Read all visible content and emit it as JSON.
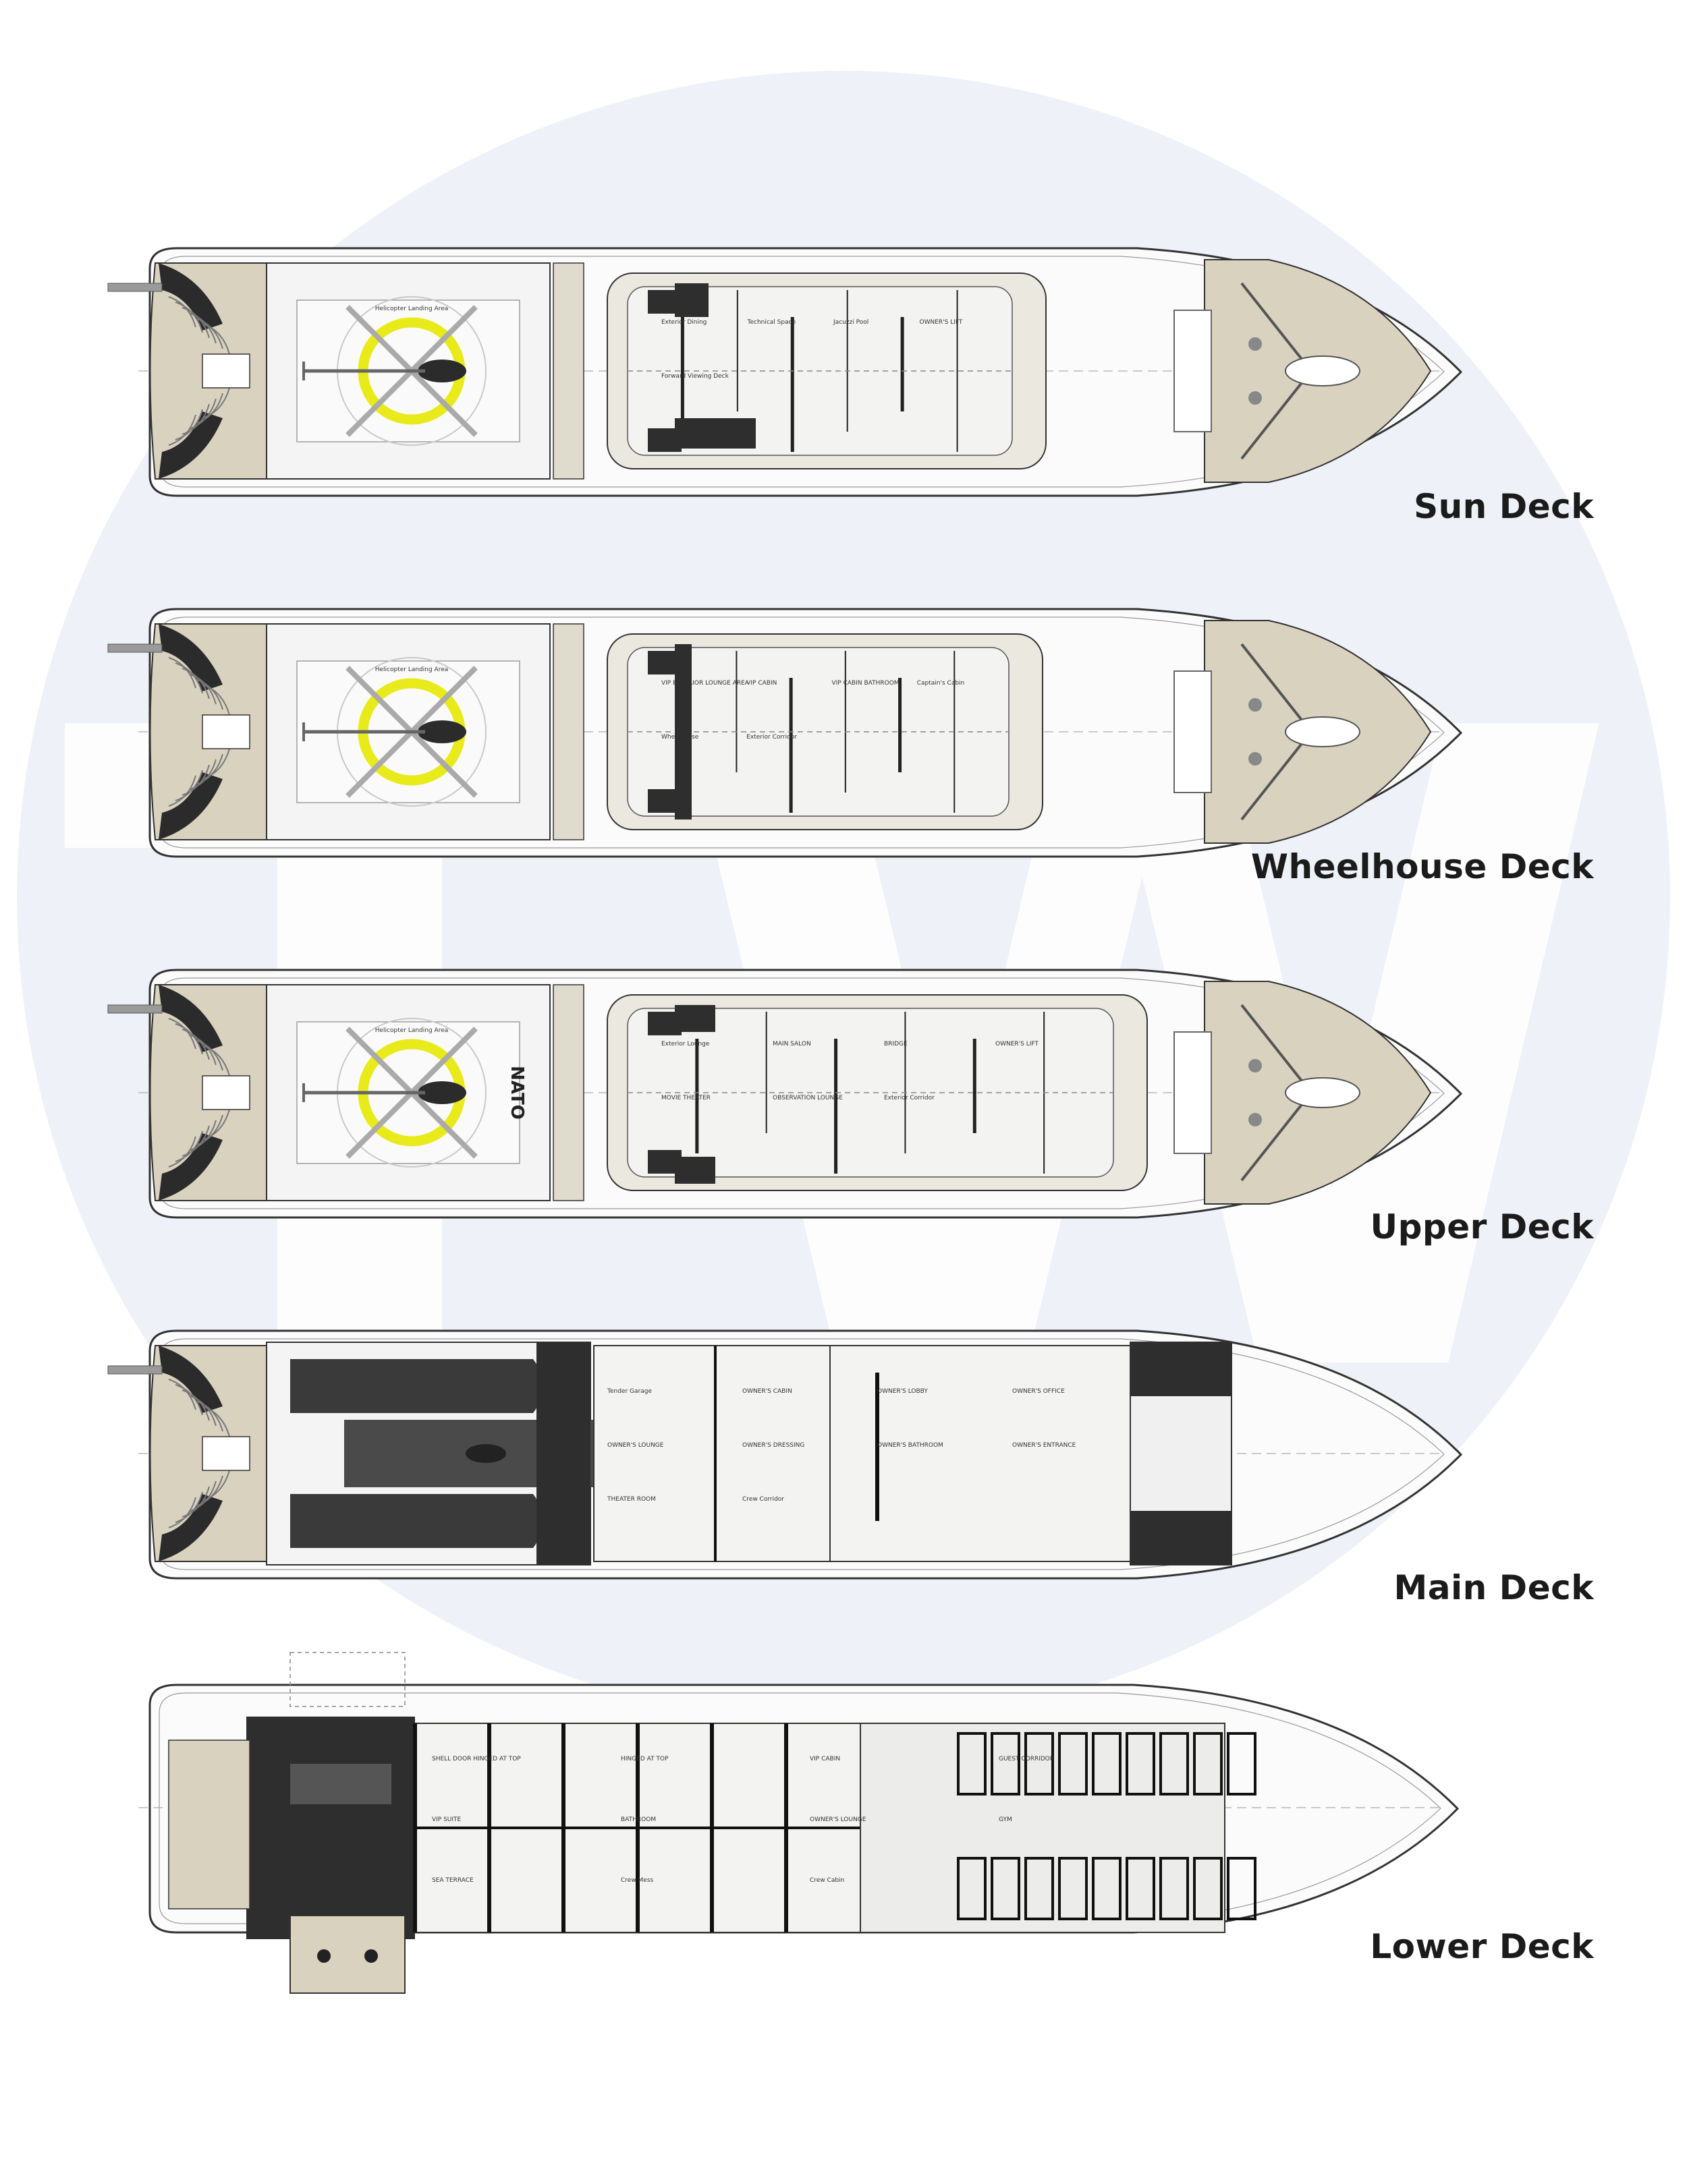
{
  "decks": [
    {
      "id": "sun",
      "label": "Sun Deck",
      "type": "helipad",
      "rooms": [
        "Helicopter Landing Area",
        "Exterior Dining",
        "Technical Space",
        "Jacuzzi Pool",
        "OWNER'S LIFT",
        "Forward Viewing Deck"
      ]
    },
    {
      "id": "wheelhouse",
      "label": "Wheelhouse Deck",
      "type": "helipad",
      "rooms": [
        "Helicopter Landing Area",
        "VIP EXTERIOR LOUNGE AREA",
        "VIP CABIN",
        "VIP CABIN BATHROOM",
        "Captain's Cabin",
        "Wheelhouse",
        "Exterior Corridor"
      ]
    },
    {
      "id": "upper",
      "label": "Upper Deck",
      "type": "helipad",
      "helipad_text": "NATO",
      "rooms": [
        "Helicopter Landing Area",
        "Exterior Lounge",
        "MAIN SALON",
        "BRIDGE",
        "OWNER'S LIFT",
        "MOVIE THEATER",
        "OBSERVATION LOUNGE",
        "Exterior Corridor"
      ]
    },
    {
      "id": "main",
      "label": "Main Deck",
      "type": "tender",
      "rooms": [
        "Tender Garage",
        "OWNER'S CABIN",
        "OWNER'S LOBBY",
        "OWNER'S OFFICE",
        "OWNER'S LOUNGE",
        "OWNER'S DRESSING",
        "OWNER'S BATHROOM",
        "OWNER'S ENTRANCE",
        "THEATER ROOM",
        "Crew Corridor"
      ]
    },
    {
      "id": "lower",
      "label": "Lower Deck",
      "type": "lower",
      "rooms": [
        "SHELL DOOR HINGED AT TOP",
        "HINGED AT TOP",
        "VIP CABIN",
        "GUEST CORRIDOR",
        "VIP SUITE",
        "BATHROOM",
        "OWNER'S LOUNGE",
        "GYM",
        "SEA TERRACE",
        "Crew Mess",
        "Crew Cabin"
      ]
    }
  ],
  "watermark_text": "TW",
  "colors": {
    "watermark_circle": "#eef1f7",
    "watermark_letters": "#ffffff",
    "deck_teak": "#d8d2bf",
    "hull_dark": "#2b2b2b",
    "hull_shade": "#6b6b6b",
    "helipad_ring": "#e8ea1a",
    "interior": "#f3f3f1",
    "dark_room": "#2e2e2e",
    "hull_white": "#fbfbfb",
    "outline": "#333333"
  }
}
